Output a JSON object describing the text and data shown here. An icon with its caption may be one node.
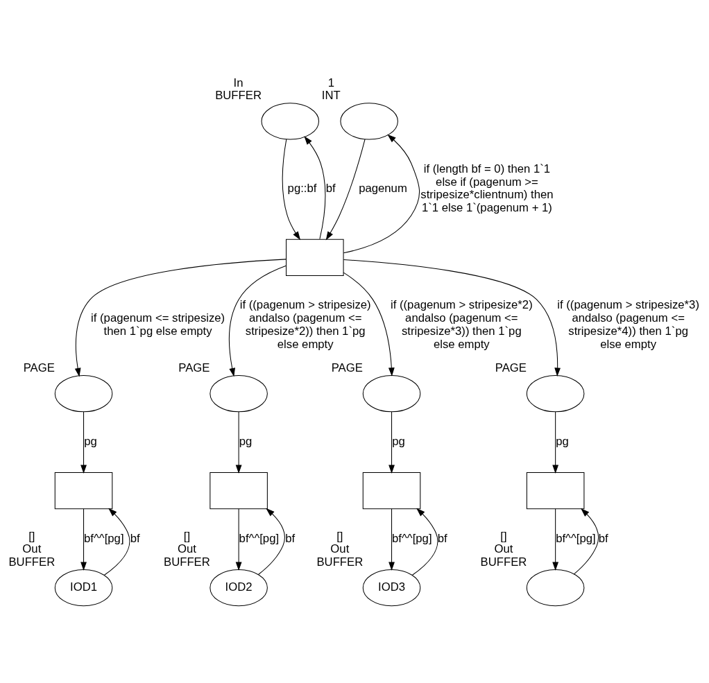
{
  "diagram": {
    "nodes": [
      {
        "text": [],
        "shape": "ellipse",
        "beside": [
          "In",
          "BUFFER"
        ]
      },
      {
        "text": [],
        "shape": "ellipse",
        "beside": [
          "1",
          "INT"
        ]
      },
      {
        "text": [],
        "shape": "box"
      },
      {
        "text": [],
        "shape": "ellipse",
        "beside": [
          "PAGE"
        ]
      },
      {
        "text": [],
        "shape": "ellipse",
        "beside": [
          "PAGE"
        ]
      },
      {
        "text": [],
        "shape": "ellipse",
        "beside": [
          "PAGE"
        ]
      },
      {
        "text": [],
        "shape": "ellipse",
        "beside": [
          "PAGE"
        ]
      },
      {
        "text": [],
        "shape": "box"
      },
      {
        "text": [],
        "shape": "box"
      },
      {
        "text": [],
        "shape": "box"
      },
      {
        "text": [],
        "shape": "box"
      },
      {
        "text": [
          "IOD1"
        ],
        "beside": [
          "[]",
          "Out",
          "BUFFER"
        ]
      },
      {
        "text": [
          "IOD2"
        ],
        "beside": [
          "[]",
          "Out",
          "BUFFER"
        ]
      },
      {
        "text": [
          "IOD3"
        ],
        "beside": [
          "[]",
          "Out",
          "BUFFER"
        ]
      },
      {
        "text": [],
        "shape": "ellipse",
        "beside": [
          "[]",
          "Out",
          "BUFFER"
        ]
      }
    ],
    "edges": [
      {
        "from": 2,
        "to": 0,
        "arrow": "to",
        "label": "bf"
      },
      {
        "from": 0,
        "to": 2,
        "arrow": "to",
        "label": "pg::bf"
      },
      {
        "from": 1,
        "to": 2,
        "arrow": "to",
        "label": "pagenum"
      },
      {
        "from": 2,
        "to": 1,
        "arrow": "to",
        "label": "if (length bf = 0) then 1`1 else if (pagenum >= stripesize*clientnum) then 1`1 else 1`(pagenum + 1)"
      },
      {
        "from": 2,
        "to": 3,
        "arrow": "to",
        "label": "if (pagenum <= stripesize) then 1`pg else empty"
      },
      {
        "from": 2,
        "to": 4,
        "arrow": "to",
        "label": "if ((pagenum > stripesize) andalso (pagenum <= stripesize*2)) then 1`pg else empty"
      },
      {
        "from": 2,
        "to": 5,
        "arrow": "to",
        "label": "if ((pagenum > stripesize*2) andalso (pagenum <= stripesize*3)) then 1`pg else empty"
      },
      {
        "from": 2,
        "to": 6,
        "arrow": "to",
        "label": "if ((pagenum > stripesize*3) andalso (pagenum <= stripesize*4)) then 1`pg else empty"
      },
      {
        "from": 3,
        "to": 7,
        "arrow": "to",
        "label": "pg"
      },
      {
        "from": 7,
        "to": 11,
        "arrow": "to",
        "label": "bf^^[pg]"
      },
      {
        "from": 11,
        "to": 7,
        "arrow": "to",
        "label": "bf"
      },
      {
        "from": 4,
        "to": 8,
        "arrow": "to",
        "label": "pg"
      },
      {
        "from": 8,
        "to": 12,
        "arrow": "to",
        "label": "bf^^[pg]"
      },
      {
        "from": 12,
        "to": 8,
        "arrow": "to",
        "label": "bf"
      },
      {
        "from": 5,
        "to": 9,
        "arrow": "to",
        "label": "pg"
      },
      {
        "from": 9,
        "to": 13,
        "arrow": "to",
        "label": "bf^^[pg]"
      },
      {
        "from": 13,
        "to": 9,
        "arrow": "to",
        "label": "bf"
      },
      {
        "from": 6,
        "to": 10,
        "arrow": "to",
        "label": "pg"
      },
      {
        "from": 10,
        "to": 14,
        "arrow": "to",
        "label": "bf^^[pg]"
      },
      {
        "from": 14,
        "to": 10,
        "arrow": "to",
        "label": "bf"
      }
    ]
  }
}
